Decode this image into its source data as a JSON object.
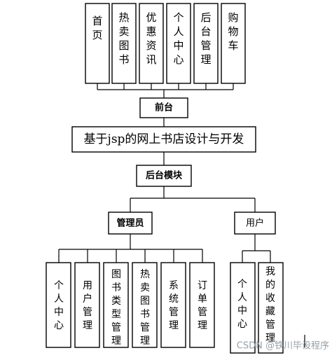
{
  "diagram": {
    "frontend": {
      "label": "前台",
      "modules": [
        "首页",
        "热卖图书",
        "优惠资讯",
        "个人中心",
        "后台管理",
        "购物车"
      ]
    },
    "system": {
      "title": "基于jsp的网上书店设计与开发"
    },
    "backend": {
      "label": "后台模块",
      "roles": [
        {
          "label": "管理员",
          "modules": [
            "个人中心",
            "用户管理",
            "图书类型管理",
            "热卖图书管理",
            "系统管理",
            "订单管理"
          ]
        },
        {
          "label": "用户",
          "modules": [
            "个人中心",
            "我的收藏管理"
          ]
        }
      ]
    },
    "watermark": "CSDN @铁川毕设程序"
  }
}
